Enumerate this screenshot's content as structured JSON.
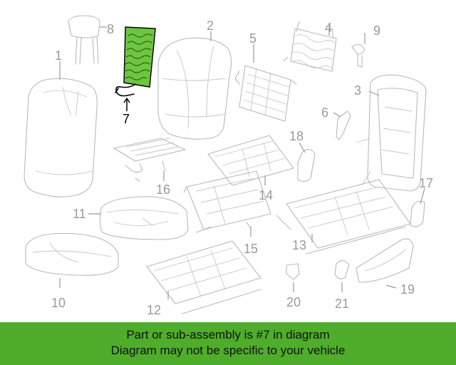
{
  "diagram": {
    "callouts": {
      "c1": "1",
      "c2": "2",
      "c3": "3",
      "c4": "4",
      "c5": "5",
      "c6": "6",
      "c7": "7",
      "c8": "8",
      "c9": "9",
      "c10": "10",
      "c11": "11",
      "c12": "12",
      "c13": "13",
      "c14": "14",
      "c15": "15",
      "c16": "16",
      "c17": "17",
      "c18": "18",
      "c19": "19",
      "c20": "20",
      "c21": "21"
    },
    "highlight_color": "#6cc63e",
    "highlighted_part": "7"
  },
  "banner": {
    "line1": "Part or sub-assembly is #7 in diagram",
    "line2": "Diagram may not be specific to your vehicle",
    "color": "#4fad2b"
  }
}
